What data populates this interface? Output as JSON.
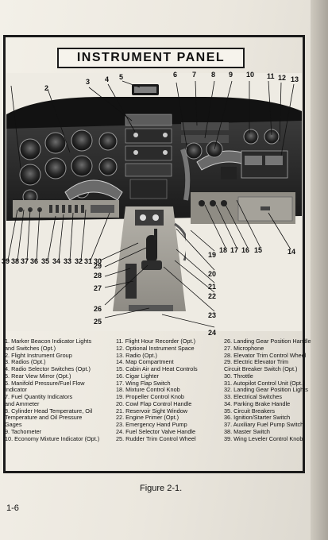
{
  "title": "INSTRUMENT PANEL",
  "photo_callouts": {
    "top": [
      "2",
      "3",
      "4",
      "5",
      "6",
      "7",
      "8",
      "9",
      "10",
      "11",
      "12",
      "13"
    ],
    "bottom": [
      "39",
      "38",
      "37",
      "36",
      "35",
      "34",
      "33",
      "32",
      "31",
      "30",
      "29",
      "28",
      "27",
      "26",
      "25",
      "24",
      "23",
      "22",
      "21",
      "20",
      "19",
      "18",
      "17",
      "16",
      "15",
      "14"
    ]
  },
  "legend": {
    "col1": [
      "1. Marker Beacon Indicator Lights",
      "    and Switches (Opt.)",
      "2. Flight Instrument Group",
      "3. Radios (Opt.)",
      "4. Radio Selector Switches (Opt.)",
      "5. Rear View Mirror (Opt.)",
      "6. Manifold Pressure/Fuel Flow",
      "    Indicator",
      "7. Fuel Quantity Indicators",
      "    and Ammeter",
      "8. Cylinder Head Temperature, Oil",
      "    Temperature and Oil Pressure",
      "    Gages",
      "9. Tachometer",
      "10. Economy Mixture Indicator (Opt.)"
    ],
    "col2": [
      "11. Flight Hour Recorder (Opt.)",
      "12. Optional Instrument Space",
      "13. Radio (Opt.)",
      "14. Map Compartment",
      "15. Cabin Air and Heat Controls",
      "16. Cigar Lighter",
      "17. Wing Flap Switch",
      "18. Mixture Control Knob",
      "19. Propeller Control Knob",
      "20. Cowl Flap Control Handle",
      "21. Reservoir Sight Window",
      "22. Engine Primer (Opt.)",
      "23. Emergency Hand Pump",
      "24. Fuel Selector Valve Handle",
      "25. Rudder Trim Control Wheel"
    ],
    "col3": [
      "26. Landing Gear Position Handle",
      "27. Microphone",
      "28. Elevator Trim Control Wheel",
      "29. Electric Elevator Trim",
      "    Circuit Breaker Switch (Opt.)",
      "30. Throttle",
      "31. Autopilot Control Unit (Opt.)",
      "32. Landing Gear Position Lights",
      "33. Electrical Switches",
      "34. Parking Brake Handle",
      "35. Circuit Breakers",
      "36. Ignition/Starter Switch",
      "37. Auxiliary Fuel Pump Switch",
      "38. Master Switch",
      "39. Wing Leveler Control Knob"
    ]
  },
  "caption": "Figure 2-1.",
  "page_number": "1-6"
}
